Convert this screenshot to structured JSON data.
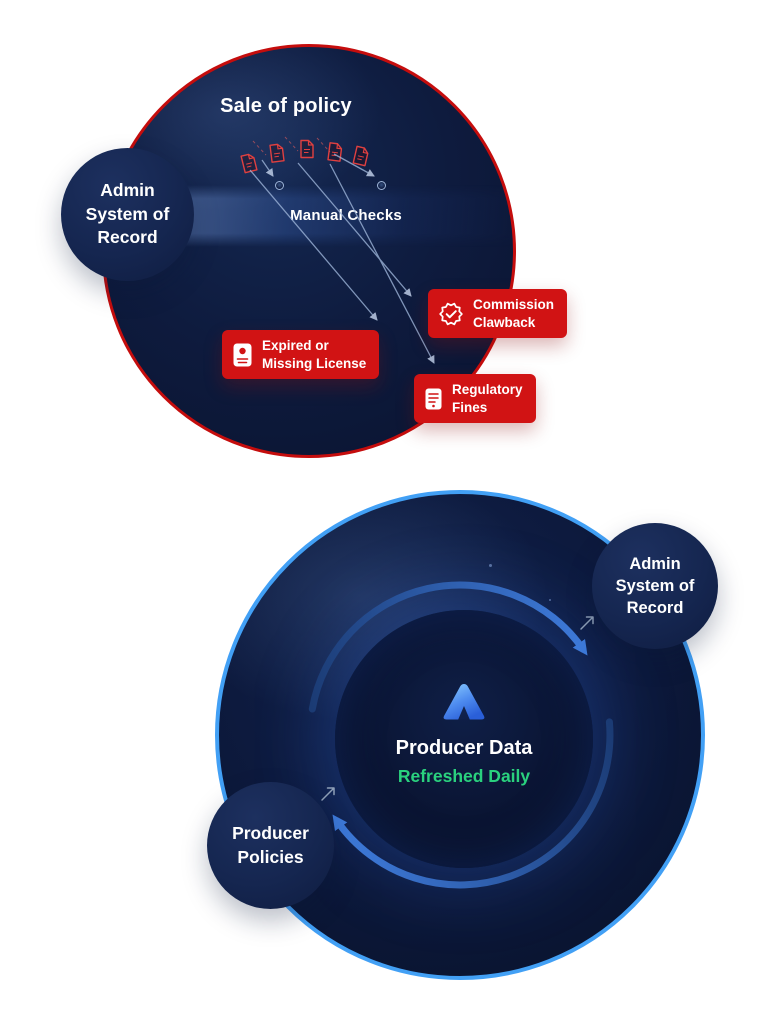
{
  "top_diagram": {
    "title": "Sale of policy",
    "band_label": "Manual Checks",
    "badge": "Admin\nSystem of\nRecord",
    "card_license": "Expired or\nMissing License",
    "card_clawback": "Commission\nClawback",
    "card_fines": "Regulatory\nFines"
  },
  "bottom_diagram": {
    "center_title": "Producer Data",
    "center_subtitle": "Refreshed Daily",
    "badge_admin": "Admin\nSystem of\nRecord",
    "badge_producer": "Producer\nPolicies"
  },
  "icons": {
    "documents": "policy-document-icon",
    "license": "license-card-icon",
    "clawback": "seal-check-icon",
    "fines": "fine-document-icon",
    "logo": "agentsync-logo-icon",
    "cycle": "refresh-cycle-arrows"
  },
  "colors": {
    "navy": "#0d1a3e",
    "red-border": "#c50d0d",
    "red-card": "#d11314",
    "blue-border": "#42a0f5",
    "green": "#2ad17e",
    "badge-navy": "#152650"
  }
}
